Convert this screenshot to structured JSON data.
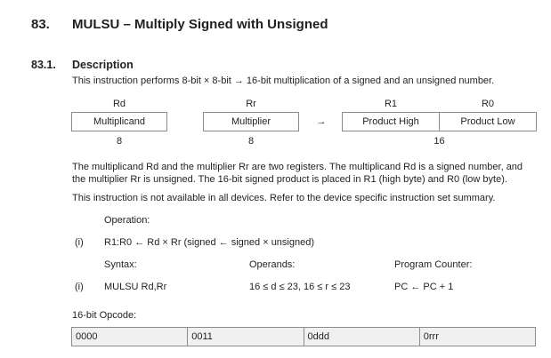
{
  "heading": {
    "number": "83.",
    "title": "MULSU – Multiply Signed with Unsigned"
  },
  "subheading": {
    "number": "83.1.",
    "title": "Description"
  },
  "intro": "This instruction performs 8-bit × 8-bit → 16-bit multiplication of a signed and an unsigned number.",
  "diagram": {
    "labels": {
      "rd": "Rd",
      "rr": "Rr",
      "r1": "R1",
      "r0": "R0"
    },
    "boxes": {
      "multiplicand": "Multiplicand",
      "multiplier": "Multiplier",
      "arrow": "→",
      "product_high": "Product High",
      "product_low": "Product Low"
    },
    "widths": {
      "rd": "8",
      "rr": "8",
      "result": "16"
    }
  },
  "para1_line1": "The multiplicand Rd and the multiplier Rr are two registers. The multiplicand Rd is a signed number, and",
  "para1_line2": "the multiplier Rr is unsigned. The 16-bit signed product is placed in R1 (high byte) and R0 (low byte).",
  "para2": "This instruction is not available in all devices. Refer to the device specific instruction set summary.",
  "operation": {
    "label": "Operation:",
    "index": "(i)",
    "text": "R1:R0 ← Rd × Rr (signed ← signed × unsigned)"
  },
  "syntax": {
    "headers": {
      "syntax": "Syntax:",
      "operands": "Operands:",
      "pc": "Program Counter:"
    },
    "row": {
      "index": "(i)",
      "syntax": "MULSU Rd,Rr",
      "operands": "16 ≤ d ≤ 23, 16 ≤ r ≤ 23",
      "pc": "PC ← PC + 1"
    }
  },
  "opcode": {
    "label": "16-bit Opcode:",
    "cells": [
      "0000",
      "0011",
      "0ddd",
      "0rrr"
    ]
  }
}
